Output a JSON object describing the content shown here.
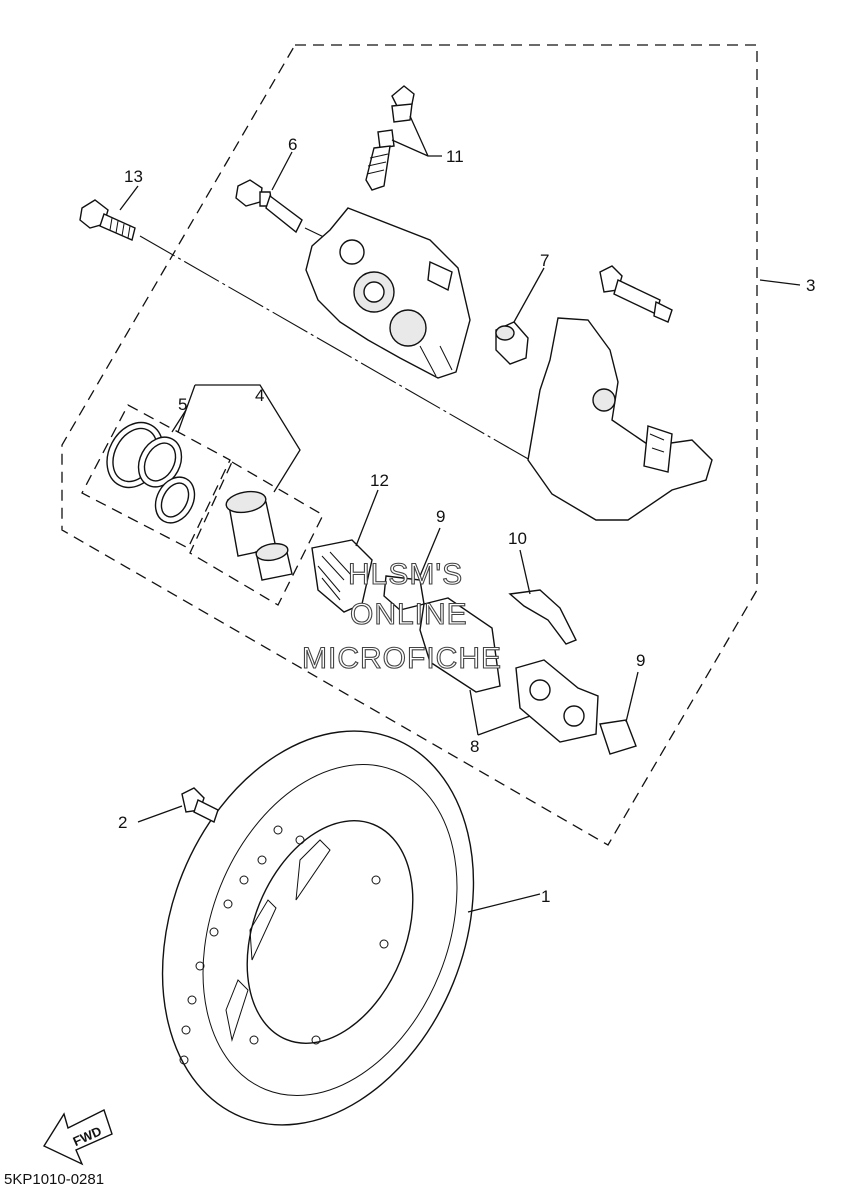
{
  "diagram": {
    "drawing_code": "5KP1010-0281",
    "fwd_label": "FWD",
    "watermark": [
      "HLSM'S",
      "ONLINE",
      "MICROFICHE"
    ],
    "callouts": [
      "1",
      "2",
      "3",
      "4",
      "5",
      "6",
      "7",
      "8",
      "9",
      "9",
      "10",
      "11",
      "12",
      "13"
    ]
  }
}
